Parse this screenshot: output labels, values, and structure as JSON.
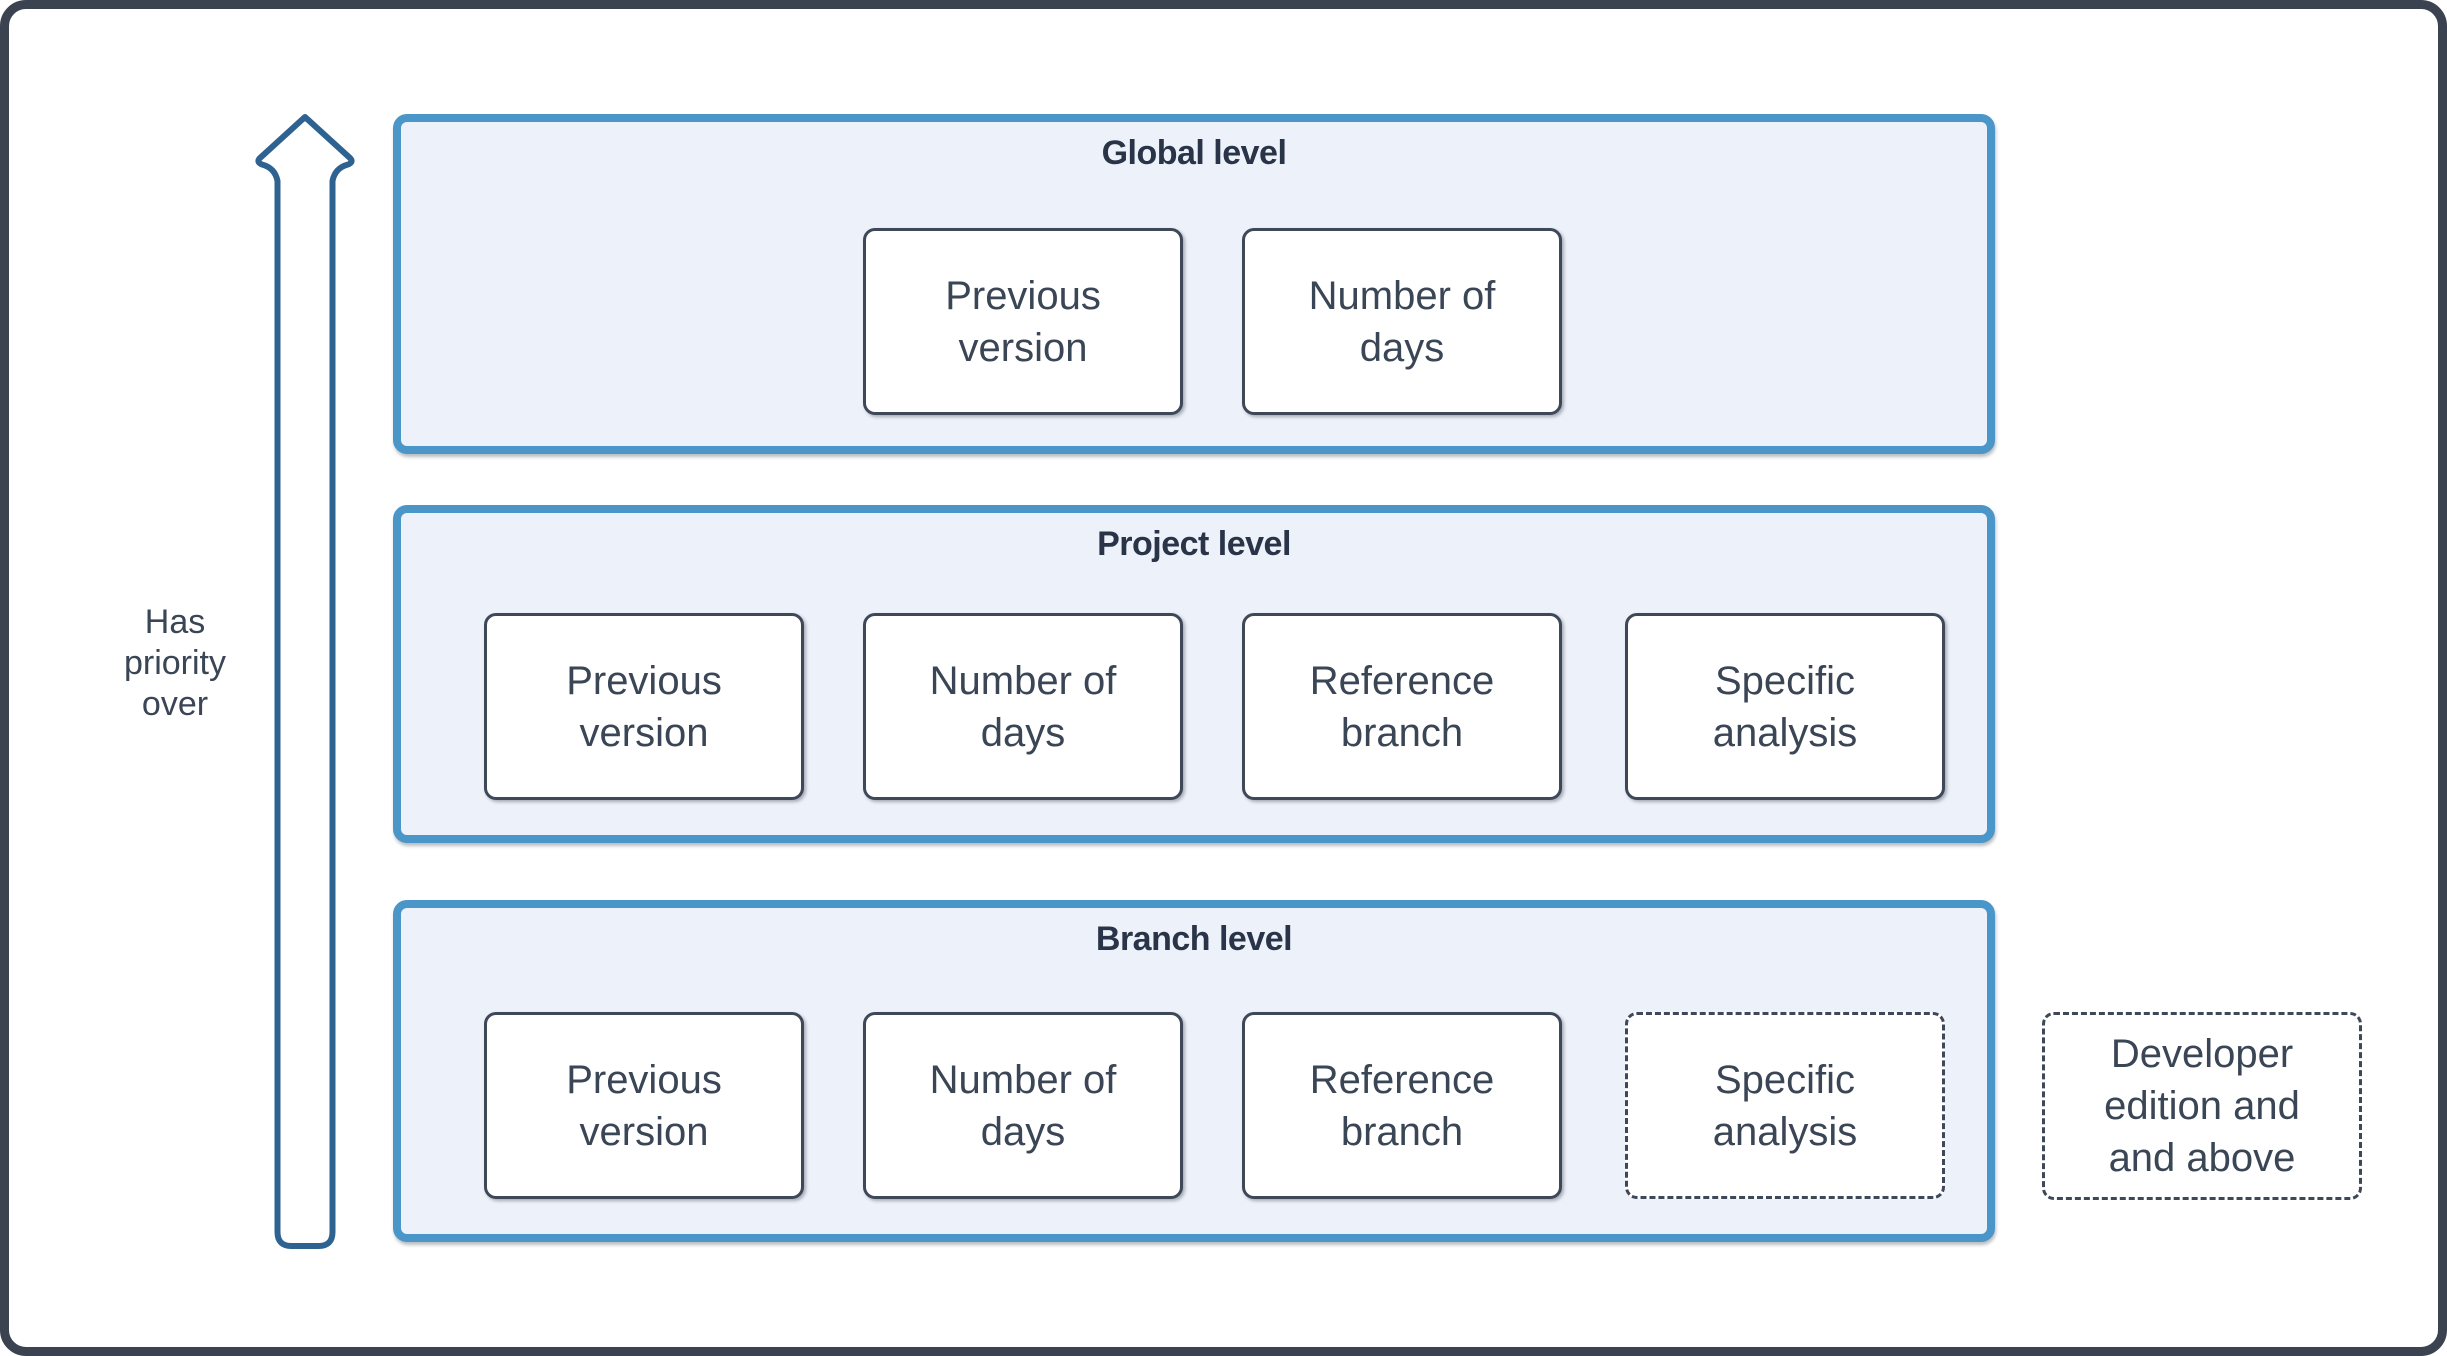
{
  "colors": {
    "frame": "#3b4350",
    "accent": "#4b96c9",
    "panel": "#edf1f9",
    "arrow": "#2e6391",
    "box_border": "#3e4858",
    "text": "#3a4555",
    "title": "#293448"
  },
  "arrow": {
    "label": "Has\npriority\nover"
  },
  "levels": {
    "global": {
      "title": "Global level",
      "boxes": [
        {
          "label": "Previous\nversion"
        },
        {
          "label": "Number of\ndays"
        }
      ]
    },
    "project": {
      "title": "Project level",
      "boxes": [
        {
          "label": "Previous\nversion"
        },
        {
          "label": "Number of\ndays"
        },
        {
          "label": "Reference\nbranch"
        },
        {
          "label": "Specific\nanalysis"
        }
      ]
    },
    "branch": {
      "title": "Branch level",
      "boxes": [
        {
          "label": "Previous\nversion"
        },
        {
          "label": "Number of\ndays"
        },
        {
          "label": "Reference\nbranch"
        },
        {
          "label": "Specific\nanalysis"
        }
      ]
    }
  },
  "side_note": {
    "label": "Developer\nedition and\nand above"
  }
}
